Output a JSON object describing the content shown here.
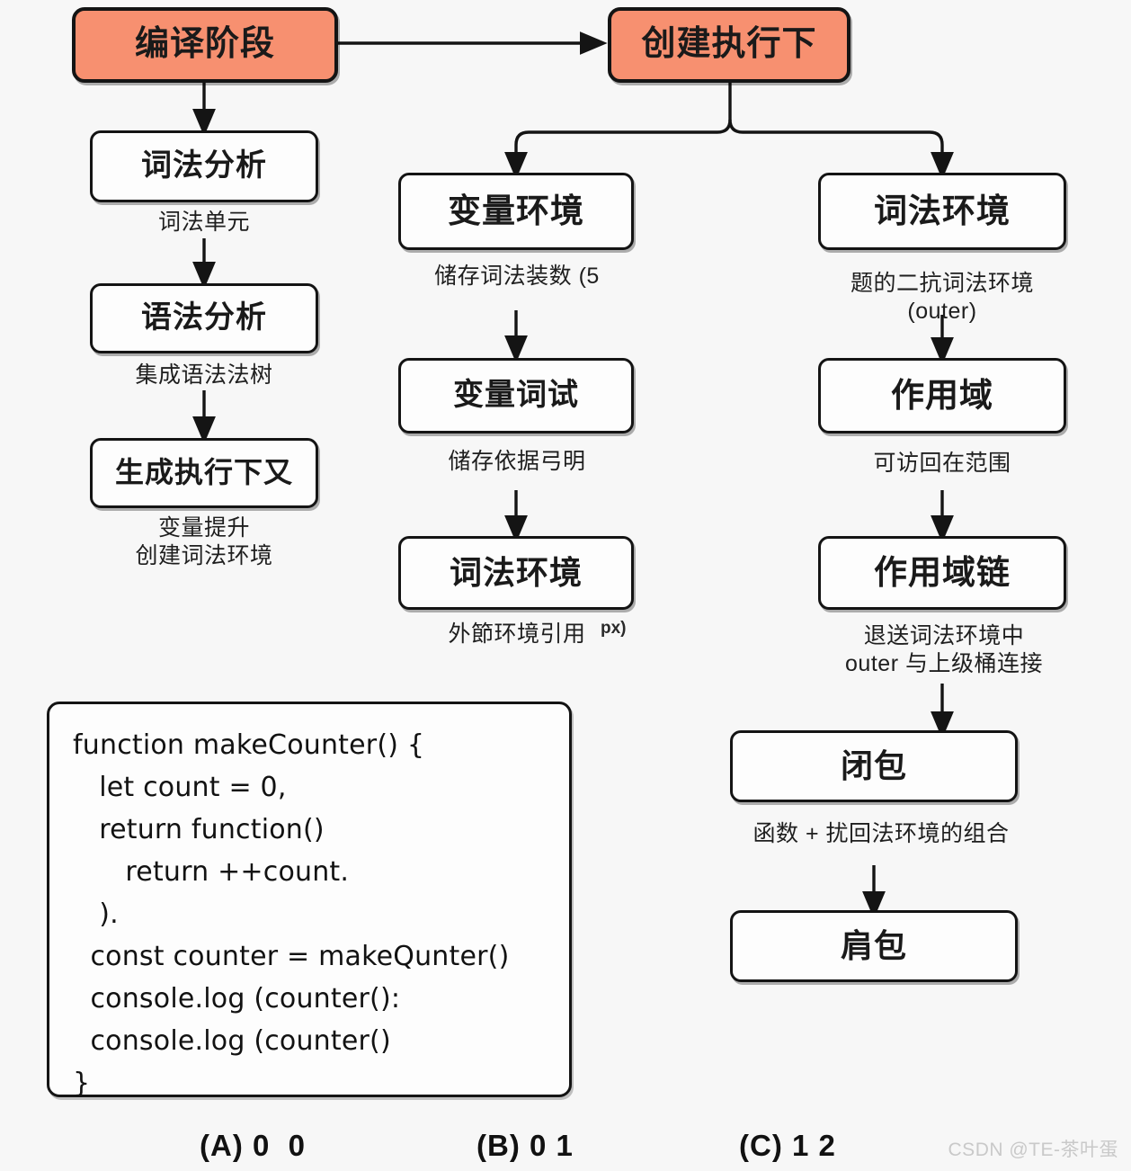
{
  "diagram": {
    "title_nodes": {
      "compile_phase": "编译阶段",
      "create_exec_context": "创建执行下"
    },
    "left_column": {
      "nodes": [
        {
          "label": "词法分析"
        },
        {
          "label": "语法分析"
        },
        {
          "label": "生成执行下又"
        }
      ],
      "captions": [
        "词法单元",
        "集成语法法树",
        "变量提升\n创建词法环境"
      ]
    },
    "middle_column": {
      "nodes": [
        {
          "label": "变量环境"
        },
        {
          "label": "变量词试"
        },
        {
          "label": "词法环境"
        }
      ],
      "captions": [
        "储存词法装数 (5",
        "储存依据弓明",
        "外節环境引用"
      ],
      "px_tag": "px)"
    },
    "right_column": {
      "nodes": [
        {
          "label": "词法环境"
        },
        {
          "label": "作用域"
        },
        {
          "label": "作用域链"
        },
        {
          "label": "闭包"
        },
        {
          "label": "肩包"
        }
      ],
      "captions": [
        "题的二抗词法环境\n(outer)",
        "可访回在范围",
        "退送词法环境中\nouter 与上级桶连接",
        "函数 + 扰回法环境的组合"
      ]
    },
    "code_block": {
      "lines": [
        "function makeCounter() {",
        "   let count = 0,",
        "   return function()",
        "      return ++count.",
        "   ).",
        "  const counter = makeQunter()",
        "  console.log (counter():",
        "  console.log (counter()",
        "}"
      ]
    },
    "answers": [
      {
        "label": "(A) 0  0"
      },
      {
        "label": "(B) 0 1"
      },
      {
        "label": "(C) 1 2"
      }
    ],
    "watermark": "CSDN @TE-茶叶蛋",
    "colors": {
      "accent": "#f79070",
      "stroke": "#141414",
      "background": "#f7f7f7",
      "node_fill": "#fdfdfd"
    }
  }
}
